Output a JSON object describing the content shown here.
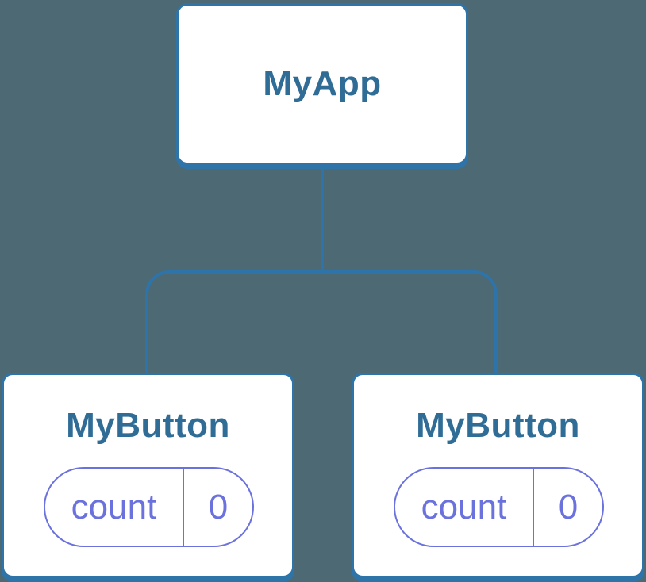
{
  "diagram": {
    "type": "component-tree",
    "colors": {
      "background": "#4d6973",
      "connector_blue": "#2e74a9",
      "title_blue": "#306d96",
      "state_purple": "#6b72dd",
      "node_fill": "#ffffff"
    },
    "root": {
      "label": "MyApp"
    },
    "children": [
      {
        "label": "MyButton",
        "state": {
          "key": "count",
          "value": "0"
        }
      },
      {
        "label": "MyButton",
        "state": {
          "key": "count",
          "value": "0"
        }
      }
    ]
  }
}
